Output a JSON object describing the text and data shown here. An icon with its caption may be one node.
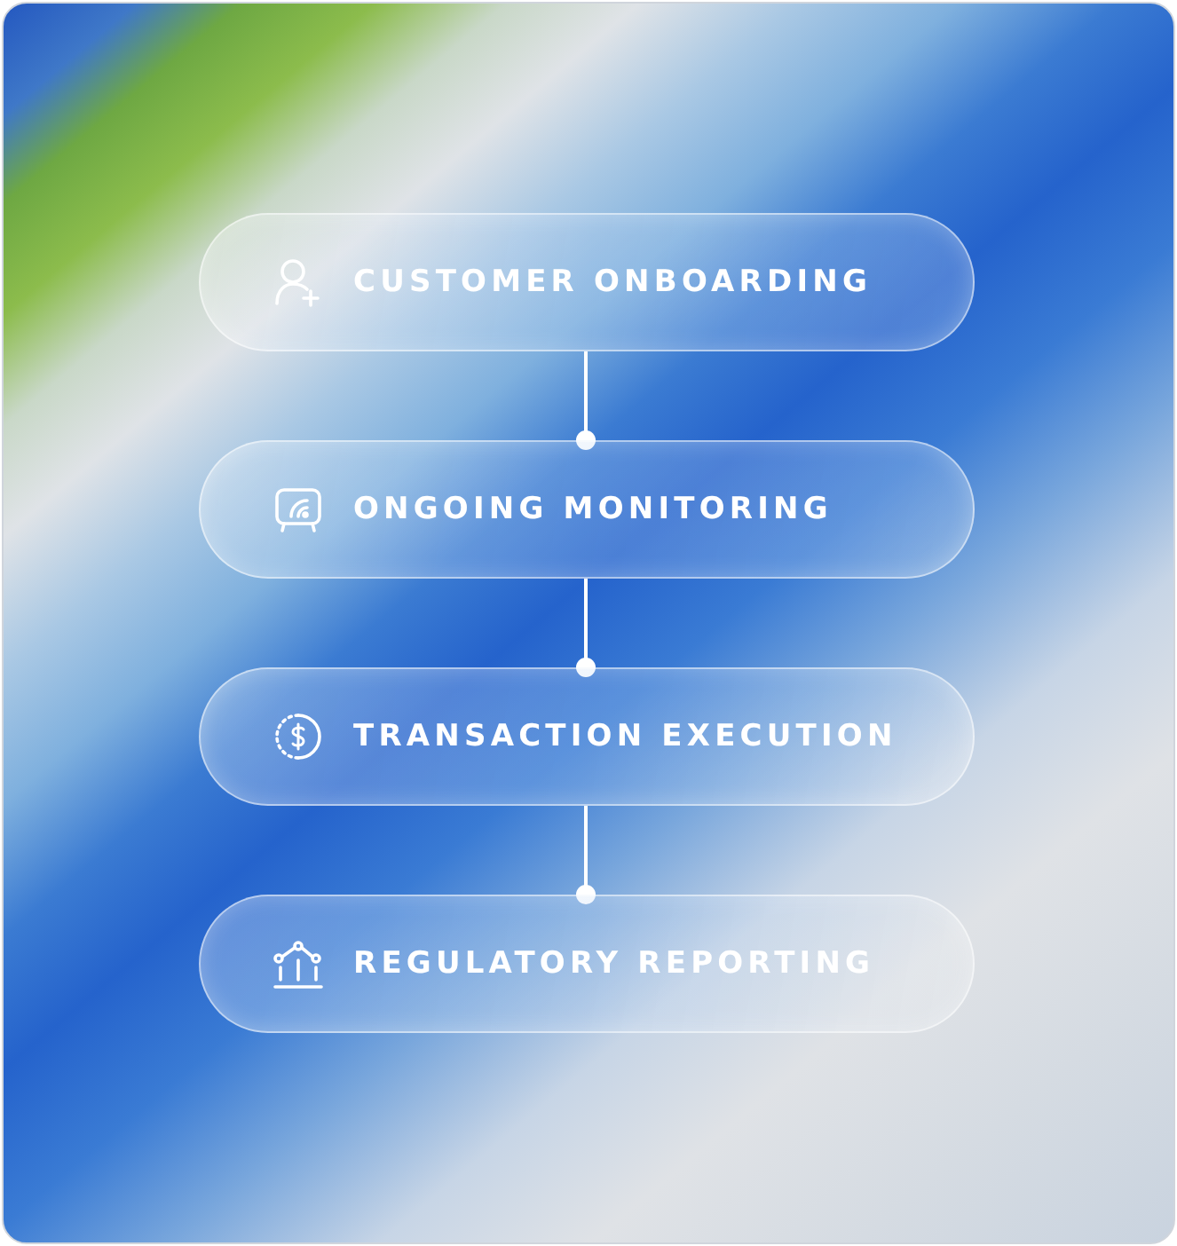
{
  "diagram": {
    "nodes": [
      {
        "text": [
          "CUSTOMER ONBOARDING"
        ]
      },
      {
        "text": [
          "ONGOING MONITORING"
        ]
      },
      {
        "text": [
          "TRANSACTION EXECUTION"
        ]
      },
      {
        "text": [
          "REGULATORY REPORTING"
        ]
      }
    ],
    "edges": [
      {
        "from": 0,
        "to": 1,
        "arrow": "other"
      },
      {
        "from": 1,
        "to": 2,
        "arrow": "other"
      },
      {
        "from": 2,
        "to": 3,
        "arrow": "other"
      }
    ]
  }
}
